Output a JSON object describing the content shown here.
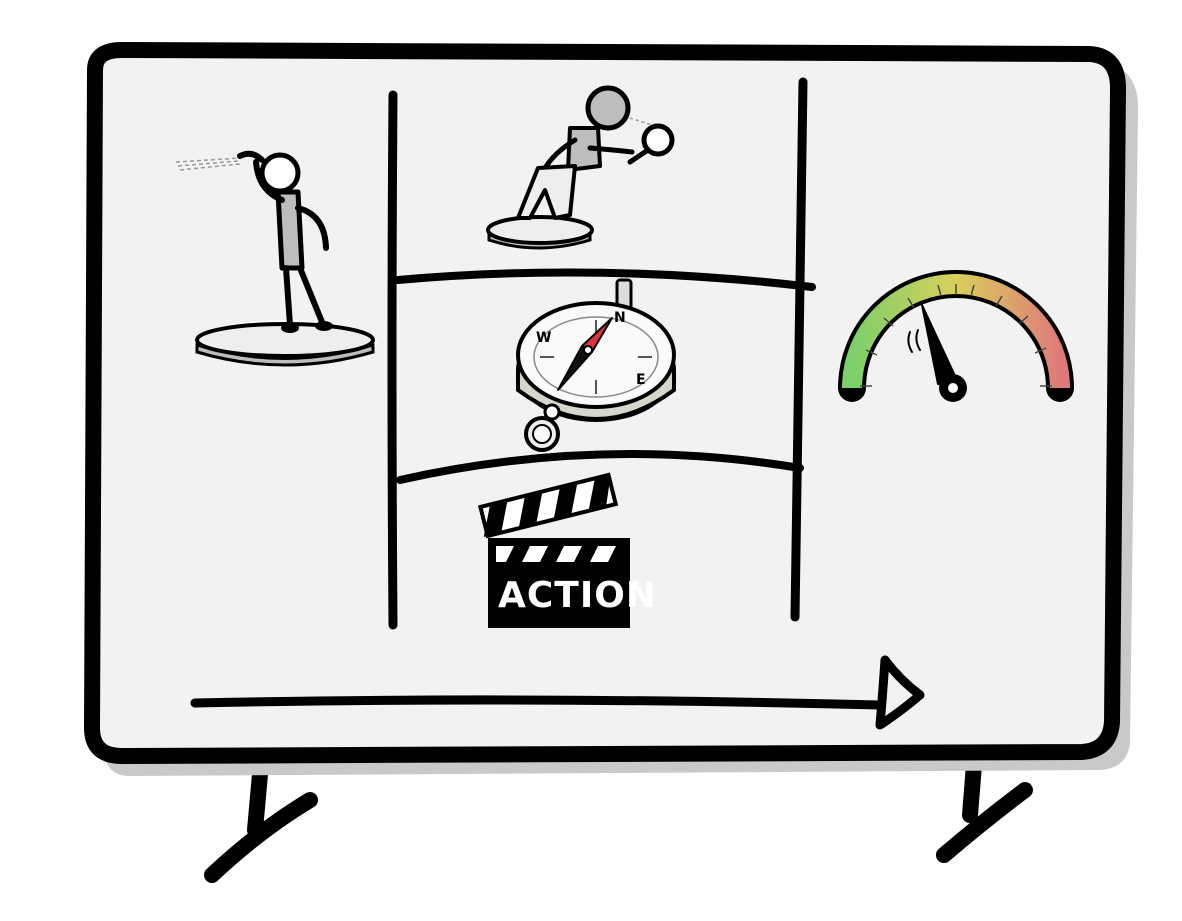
{
  "clapperboard": {
    "label": "ACTION"
  },
  "compass": {
    "north": "N",
    "west": "W",
    "east": "E"
  },
  "colors": {
    "board_fill": "#f2f2f2",
    "board_shadow": "#c9c9c9",
    "ink": "#000000",
    "needle_red": "#e0313c",
    "gauge_green": "#7ccf6a",
    "gauge_yellow": "#d8d05a",
    "gauge_red": "#e07a7a"
  },
  "icons": [
    "lookout-figure-icon",
    "magnifier-figure-icon",
    "compass-icon",
    "clapperboard-icon",
    "speedometer-icon",
    "timeline-arrow-icon"
  ]
}
